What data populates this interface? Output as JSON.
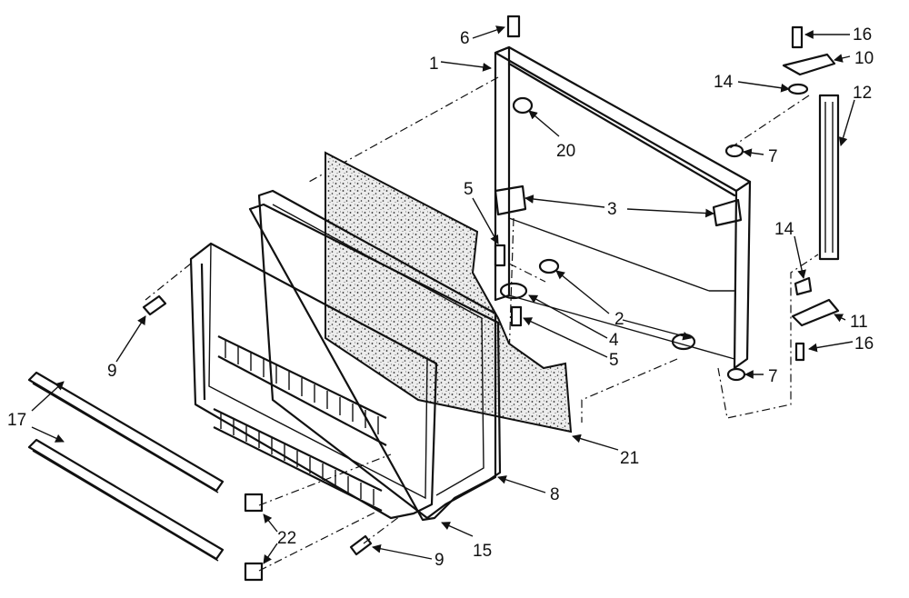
{
  "diagram": {
    "callouts": [
      {
        "id": "c1",
        "text": "1"
      },
      {
        "id": "c2",
        "text": "2"
      },
      {
        "id": "c3",
        "text": "3"
      },
      {
        "id": "c4",
        "text": "4"
      },
      {
        "id": "c5a",
        "text": "5"
      },
      {
        "id": "c5b",
        "text": "5"
      },
      {
        "id": "c6",
        "text": "6"
      },
      {
        "id": "c7a",
        "text": "7"
      },
      {
        "id": "c7b",
        "text": "7"
      },
      {
        "id": "c8",
        "text": "8"
      },
      {
        "id": "c9a",
        "text": "9"
      },
      {
        "id": "c9b",
        "text": "9"
      },
      {
        "id": "c10",
        "text": "10"
      },
      {
        "id": "c11",
        "text": "11"
      },
      {
        "id": "c12",
        "text": "12"
      },
      {
        "id": "c14a",
        "text": "14"
      },
      {
        "id": "c14b",
        "text": "14"
      },
      {
        "id": "c15",
        "text": "15"
      },
      {
        "id": "c16a",
        "text": "16"
      },
      {
        "id": "c16b",
        "text": "16"
      },
      {
        "id": "c17",
        "text": "17"
      },
      {
        "id": "c20",
        "text": "20"
      },
      {
        "id": "c21",
        "text": "21"
      },
      {
        "id": "c22",
        "text": "22"
      }
    ]
  }
}
